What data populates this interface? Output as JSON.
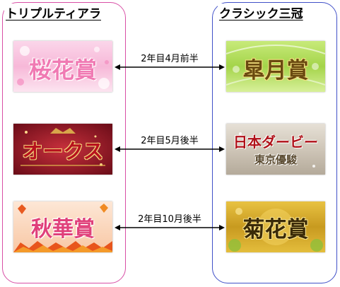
{
  "groups": {
    "left": {
      "title": "トリプルティアラ",
      "color": "#d84fa6"
    },
    "right": {
      "title": "クラシック三冠",
      "color": "#4050c8"
    }
  },
  "badges": {
    "ouka": {
      "label": "桜花賞"
    },
    "oaks": {
      "label": "オークス"
    },
    "shuka": {
      "label": "秋華賞"
    },
    "satsuki": {
      "label": "皐月賞"
    },
    "derby": {
      "label": "日本ダービー",
      "sublabel": "東京優駿"
    },
    "kikka": {
      "label": "菊花賞"
    }
  },
  "rows": [
    {
      "timing": "2年目4月前半"
    },
    {
      "timing": "2年目5月後半"
    },
    {
      "timing": "2年目10月後半"
    }
  ]
}
